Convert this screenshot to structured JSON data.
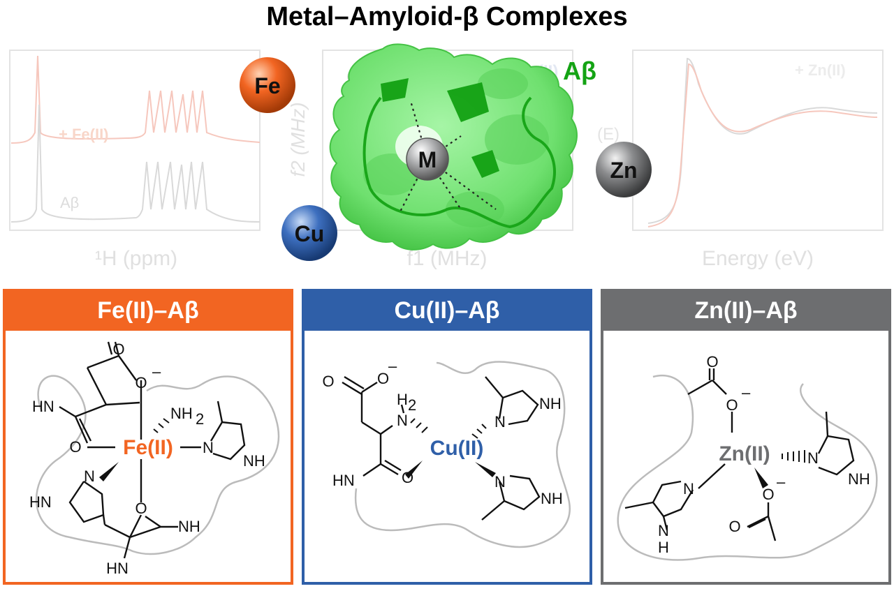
{
  "title": "Metal–Amyloid-β Complexes",
  "colors": {
    "iron": "#f26522",
    "copper": "#2f5fa8",
    "zinc": "#6d6e70",
    "protein": "#6fe06f",
    "protein_dark": "#14a314",
    "faint_gray": "#d9d9d9",
    "faint_pink": "#f6c7bd"
  },
  "top": {
    "nmr": {
      "label_fe": "+ Fe(II)",
      "label_ab": "Aβ",
      "axis": "¹H (ppm)"
    },
    "epr": {
      "axis_y": "f2 (MHz)",
      "axis_x": "f1 (MHz)",
      "corner_label": "(II)",
      "side_label": "(E)"
    },
    "xas": {
      "label": "+ Zn(II)",
      "axis": "Energy (eV)"
    },
    "protein_label": "Aβ",
    "metal_center": "M",
    "spheres": {
      "fe": "Fe",
      "cu": "Cu",
      "zn": "Zn"
    }
  },
  "panels": {
    "fe": {
      "header": "Fe(II)–Aβ",
      "metal": "Fe(II)",
      "atoms": {
        "o_top": "O",
        "o_minus": "O",
        "charge": "–",
        "hn": "HN",
        "nh2": "NH",
        "nh2_sub": "2",
        "o_left": "O",
        "n_im_right": "N",
        "nh_im_right": "NH",
        "n_im_left": "N",
        "hn_im_left": "HN",
        "o_bottom": "O",
        "nh_bottom": "NH",
        "hn_bottom": "HN"
      }
    },
    "cu": {
      "header": "Cu(II)–Aβ",
      "metal": "Cu(II)",
      "atoms": {
        "o_carb": "O",
        "o_minus": "O",
        "charge": "–",
        "h2": "H",
        "h2_sub": "2",
        "n_amine": "N",
        "n_im_top": "N",
        "nh_im_top": "NH",
        "hn": "HN",
        "o_amide": "O",
        "n_im_bot": "N",
        "nh_im_bot": "NH"
      }
    },
    "zn": {
      "header": "Zn(II)–Aβ",
      "metal": "Zn(II)",
      "atoms": {
        "o_top": "O",
        "o_minus": "O",
        "charge": "–",
        "n_im_right": "N",
        "nh_im_right": "NH",
        "n_im_left": "N",
        "nh_im_left": "N",
        "nh_im_left_h": "H",
        "o_bot_minus": "O",
        "charge2": "–",
        "o_bot": "O"
      }
    }
  }
}
